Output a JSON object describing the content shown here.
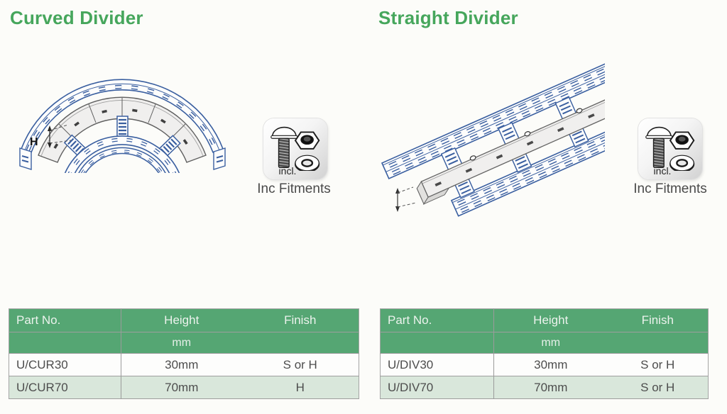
{
  "colors": {
    "page_background": "#fcfcf9",
    "heading_green": "#46a65c",
    "table_header_green": "#55a673",
    "table_alt_row_green": "#d9e7db",
    "drawing_line_blue": "#3a5fa0",
    "divider_strip_gray": "#f0efee"
  },
  "sections": [
    {
      "title": "Curved Divider",
      "drawing": {
        "dimension_label": "H"
      },
      "fitments": {
        "badge_label": "incl.",
        "caption": "Inc Fitments"
      },
      "table": {
        "headers": [
          "Part No.",
          "Height",
          "Finish"
        ],
        "unit": "mm",
        "rows": [
          [
            "U/CUR30",
            "30mm",
            "S or H"
          ],
          [
            "U/CUR70",
            "70mm",
            "H"
          ]
        ]
      }
    },
    {
      "title": "Straight Divider",
      "fitments": {
        "badge_label": "incl.",
        "caption": "Inc Fitments"
      },
      "table": {
        "headers": [
          "Part No.",
          "Height",
          "Finish"
        ],
        "unit": "mm",
        "rows": [
          [
            "U/DIV30",
            "30mm",
            "S or H"
          ],
          [
            "U/DIV70",
            "70mm",
            "S or H"
          ]
        ]
      }
    }
  ]
}
